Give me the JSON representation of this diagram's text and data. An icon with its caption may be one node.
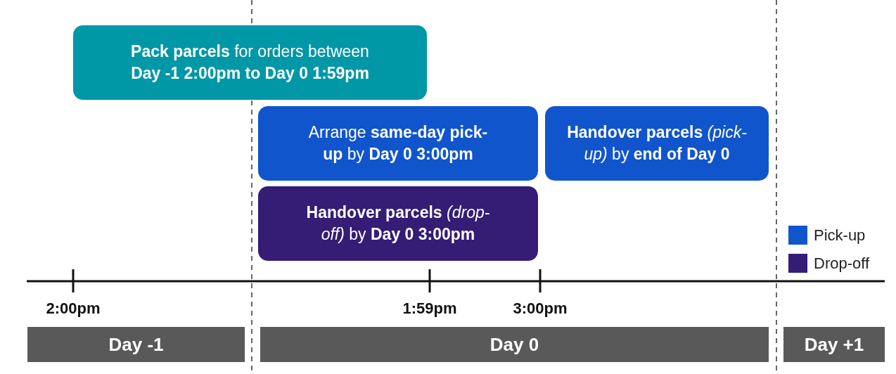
{
  "diagram": {
    "nodes": [
      {
        "text": [
          "**Pack parcels** for orders between **Day -1 2:00pm to Day 0 1:59pm**"
        ]
      },
      {
        "text": [
          "Arrange **same-day pick-up** by **Day 0 3:00pm**"
        ]
      },
      {
        "text": [
          "**Handover parcels** *(pick-up)* by **end of Day 0**"
        ]
      },
      {
        "text": [
          "**Handover parcels** *(drop-off)* by **Day 0 3:00pm**"
        ]
      },
      {
        "text": [
          "Day -1"
        ]
      },
      {
        "text": [
          "Day 0"
        ]
      },
      {
        "text": [
          "Day +1"
        ]
      }
    ],
    "edges": [],
    "labels": [
      "2:00pm",
      "1:59pm",
      "3:00pm"
    ],
    "legend": [
      {
        "text": "Pick-up",
        "color": "#1155cc"
      },
      {
        "text": "Drop-off",
        "color": "#351c75"
      }
    ]
  }
}
